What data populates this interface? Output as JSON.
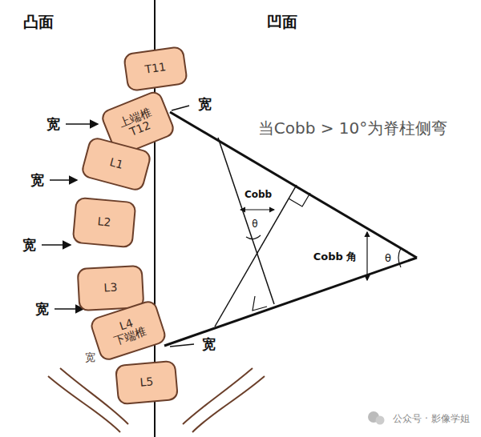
{
  "diagram": {
    "nodes": [
      {
        "text": [
          "T11"
        ]
      },
      {
        "text": [
          "上端椎",
          "T12"
        ]
      },
      {
        "text": [
          "L1"
        ]
      },
      {
        "text": [
          "L2"
        ]
      },
      {
        "text": [
          "L3"
        ]
      },
      {
        "text": [
          "L4",
          "下端椎"
        ]
      },
      {
        "text": [
          "L5"
        ]
      }
    ],
    "labels": [
      "凸面",
      "凹面",
      "宽",
      "宽",
      "宽",
      "宽",
      "宽",
      "宽",
      "宽",
      "当Cobb > 10°为脊柱侧弯",
      "Cobb",
      "θ",
      "Cobb 角",
      "θ",
      "公众号 · 影像学姐"
    ]
  }
}
